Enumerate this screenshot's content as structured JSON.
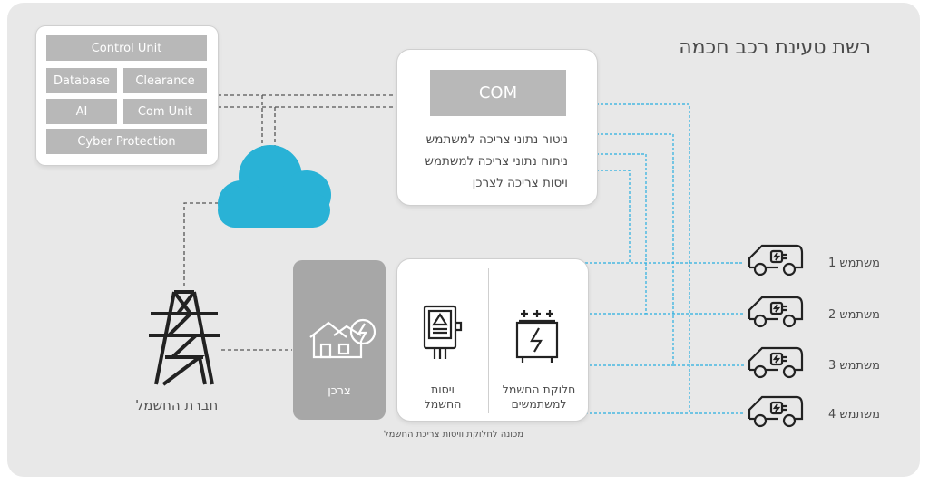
{
  "title": "רשת טעינת רכב חכמה",
  "control_panel": {
    "control_unit": "Control Unit",
    "database": "Database",
    "clearance": "Clearance",
    "ai": "AI",
    "com_unit": "Com Unit",
    "cyber_protection": "Cyber Protection"
  },
  "com": {
    "label": "COM",
    "lines": [
      "ניטור נתוני צריכה למשתמש",
      "ניתוח נתוני צריכה למשתמש",
      "ויסות צריכה לצרכן"
    ]
  },
  "consumer": {
    "label": "צרכן"
  },
  "regulation": {
    "line1": "ויסות",
    "line2": "החשמל"
  },
  "distribution": {
    "line1": "חלוקת החשמל",
    "line2": "למשתמשים"
  },
  "electric_company": "חברת החשמל",
  "caption": "מכונה לחלוקת וויסות צריכת החשמל",
  "users": [
    "משתמש 1",
    "משתמש 2",
    "משתמש 3",
    "משתמש 4"
  ],
  "colors": {
    "cloud": "#29b2d6",
    "link": "#29aee0",
    "chip": "#b8b8b8",
    "background": "#e8e8e8"
  },
  "icons": [
    "cloud-icon",
    "power-tower-icon",
    "house-lightning-icon",
    "electric-meter-icon",
    "transformer-icon",
    "electric-car-icon"
  ]
}
